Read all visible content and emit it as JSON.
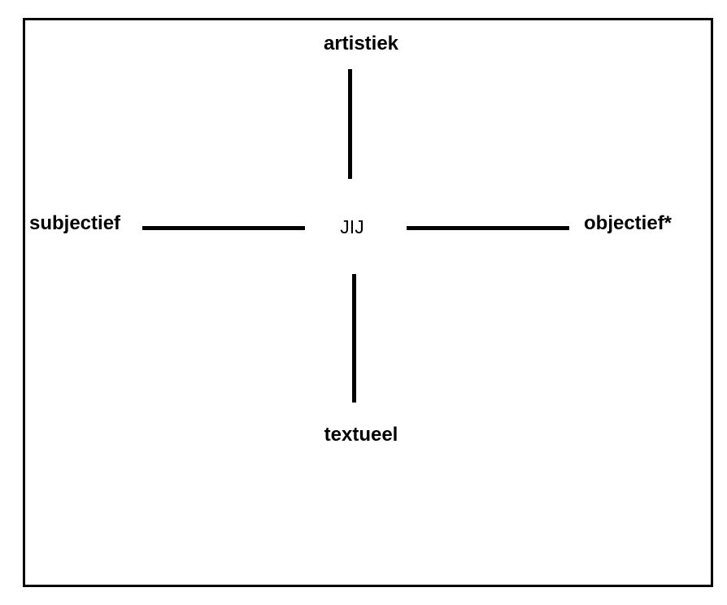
{
  "diagram": {
    "center_label": "JIJ",
    "axes": {
      "top_label": "artistiek",
      "bottom_label": "textueel",
      "left_label": "subjectief",
      "right_label": "objectief*"
    },
    "colors": {
      "line": "#000000",
      "text": "#000000",
      "background": "#ffffff",
      "frame_border": "#000000"
    }
  }
}
